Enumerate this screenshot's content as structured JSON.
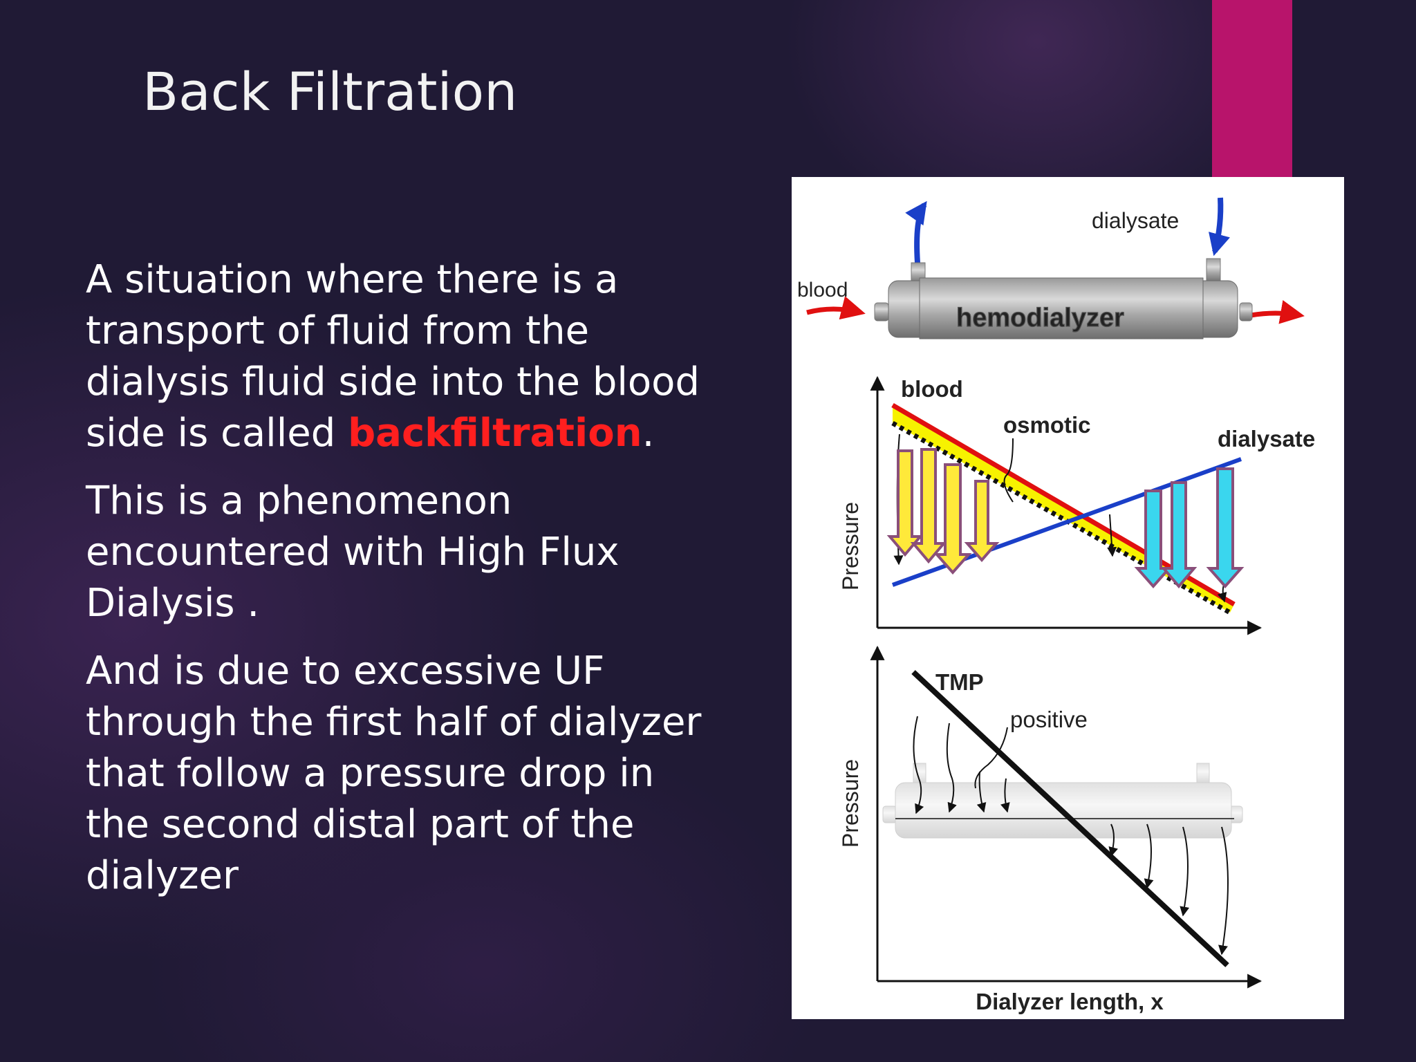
{
  "slide": {
    "title": "Back Filtration",
    "accent_color": "#b8146b",
    "paragraphs": {
      "p1_before": "A situation where there is a transport of fluid from the dialysis fluid side into the blood side is called ",
      "p1_highlight": "backfiltration",
      "p1_after": ".",
      "p2": "This is a phenomenon encountered with High Flux Dialysis .",
      "p3": "And is due to excessive UF through the first half of dialyzer that follow a pressure drop in the second distal part of the dialyzer"
    },
    "highlight_color": "#ff1f1f"
  },
  "figure": {
    "device_label": "hemodialyzer",
    "blood_label": "blood",
    "dialysate_label": "dialysate",
    "top_plot": {
      "ylabel": "Pressure",
      "blood_label": "blood",
      "osmotic_label": "osmotic",
      "dialysate_label": "dialysate"
    },
    "bottom_plot": {
      "ylabel": "Pressure",
      "tmp_label": "TMP",
      "positive_label": "positive",
      "xlabel": "Dialyzer length, x"
    },
    "colors": {
      "blood": "#e01010",
      "dialysate": "#1a3fc8",
      "osmotic_fill": "#f7f200",
      "arrow_yellow": "#ffe93a",
      "arrow_cyan": "#3ad6ee",
      "arrow_border": "#8a4f7a"
    }
  }
}
